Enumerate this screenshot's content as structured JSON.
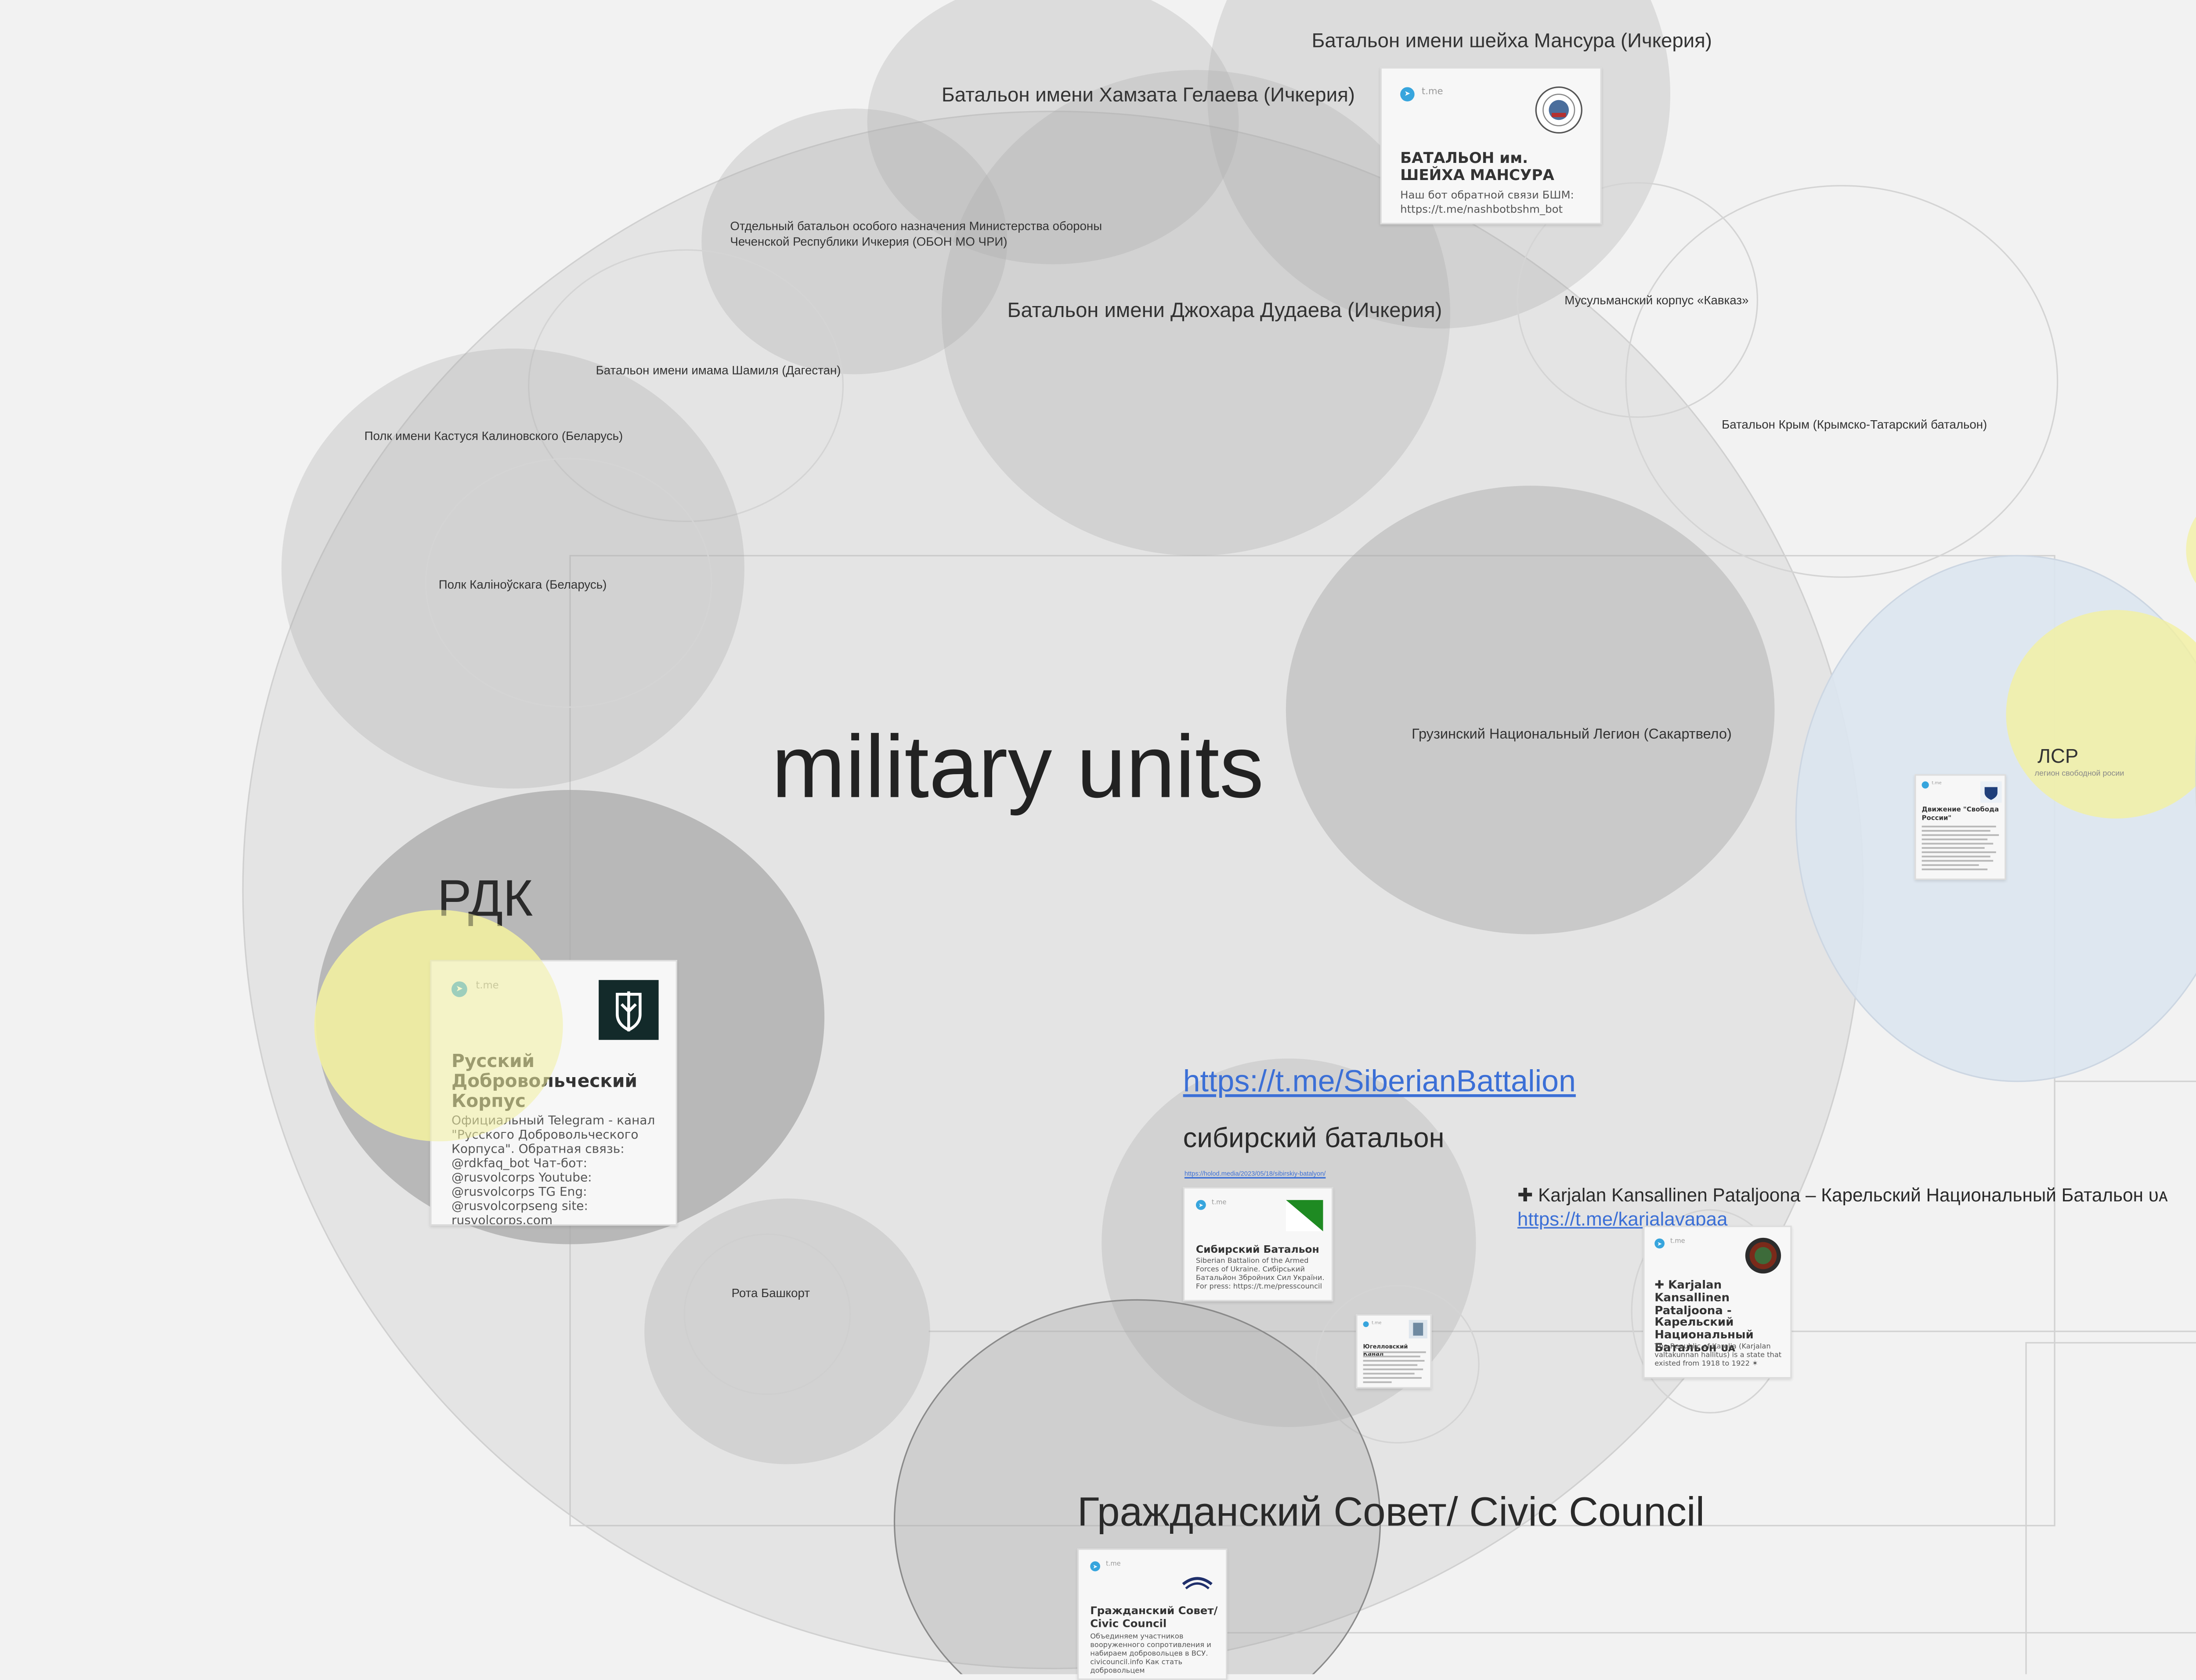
{
  "board": {
    "title": "military units"
  },
  "circles": {
    "rdk": "РДК",
    "mansur": "Батальон имени шейха Мансура (Ичкерия)",
    "gelaev": "Батальон имени Хамзата Гелаева (Ичкерия)",
    "obon": "Отдельный батальон особого назначения Министерства обороны Чеченской Республики Ичкерия (ОБОН МО ЧРИ)",
    "dudaev": "Батальон имени Джохара Дудаева (Ичкерия)",
    "shamil": "Батальон имени имама Шамиля (Дагестан)",
    "kalinovsky": "Полк имени Кастуся Калиновского (Беларусь)",
    "kalinouski": "Полк Каліноўскага (Беларусь)",
    "kavkaz": "Мусульманский корпус «Кавказ»",
    "krym": "Батальон Крым (Крымско-Татарский батальон)",
    "georgian": "Грузинский Национальный Легион (Сакартвело)",
    "bashkort": "Рота Башкорт",
    "lsr": "ЛСР",
    "lsr_sub": "легион свободной росии"
  },
  "siberian": {
    "link": "https://t.me/SiberianBattalion",
    "heading": "сибирский батальон",
    "small_link": "https://holod.media/2023/05/18/sibirskiy-batalyon/",
    "card": {
      "source": "t.me",
      "title": "Сибирский Батальон",
      "description": "Siberian Battalion of the Armed Forces of Ukraine. Сибірський Батальйон Збройних Сил України. For press: https://t.me/presscouncil"
    }
  },
  "karelian": {
    "heading": "✚ Karjalan Kansallinen Pataljoona – Карельский Национальный Батальон ᴜᴀ",
    "link": "https://t.me/karjalavapaa",
    "card": {
      "source": "t.me",
      "title": "✚ Karjalan Kansallinen Pataljoona - Карельский Национальный Батальон ᴜᴀ",
      "description": "The Republic of Karelia (Karjalan valtakunnan hallitus) is a state that existed from 1918 to 1922 ✶"
    }
  },
  "civic": {
    "heading": "Гражданский Совет/ Civic Council",
    "card": {
      "source": "t.me",
      "title": "Гражданский Совет/ Civic Council",
      "description": "Объединяем участников вооруженного сопротивления и набираем добровольцев в ВСУ. civicouncil.info Как стать добровольцем"
    }
  },
  "cards": {
    "rdk": {
      "source": "t.me",
      "title": "Русский Добровольческий Корпус",
      "description": "Официальный Telegram - канал \"Русского Добровольческого Корпуса\". Обратная связь: @rdkfaq_bot Чат-бот: @rusvolcorps Youtube: @rusvolcorps TG Eng: @rusvolcorpseng site: rusvolcorps.com"
    },
    "mansur": {
      "source": "t.me",
      "title": "БАТАЛЬОН им. ШЕЙХА МАНСУРА",
      "description": "Наш бот обратной связи БШМ: https://t.me/nashbotbshm_bot"
    },
    "yugel": {
      "source": "t.me",
      "title": "Югелловский Канал"
    },
    "svoboda": {
      "source": "t.me",
      "title": "Движение \"Свобода России\""
    }
  },
  "colors": {
    "background": "#f2f2f2",
    "circle_fill": "#a8a8a8",
    "highlight_yellow": "#f3f0a0",
    "lsr_blue": "#dbe5ef",
    "link": "#3b6fd6"
  }
}
